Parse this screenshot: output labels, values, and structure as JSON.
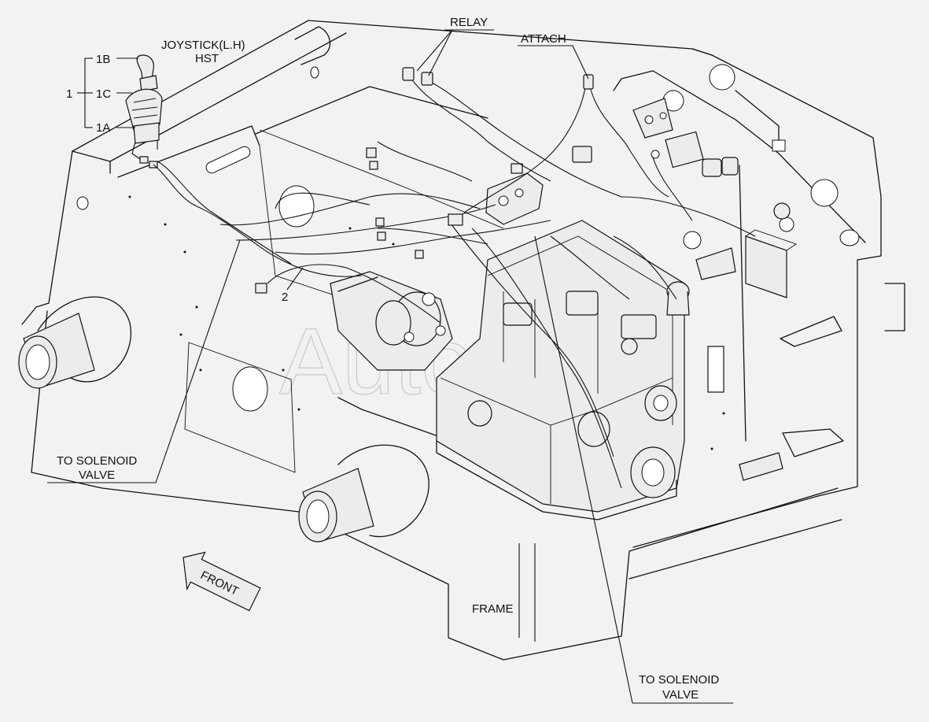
{
  "labels": {
    "relay": "RELAY",
    "attach": "ATTACH",
    "joystick_line1": "JOYSTICK(L.H)",
    "joystick_line2": "HST",
    "part_1": "1",
    "part_1a": "1A",
    "part_1b": "1B",
    "part_1c": "1C",
    "part_2": "2",
    "frame": "FRAME",
    "front": "FRONT",
    "solenoid_left_line1": "TO SOLENOID",
    "solenoid_left_line2": "VALVE",
    "solenoid_bottom_line1": "TO SOLENOID",
    "solenoid_bottom_line2": "VALVE"
  },
  "watermark": "AutoSoft",
  "colors": {
    "line": "#111111",
    "background": "#f2f2f2",
    "part_fill": "#ececec",
    "watermark": "#c9c9c9"
  }
}
